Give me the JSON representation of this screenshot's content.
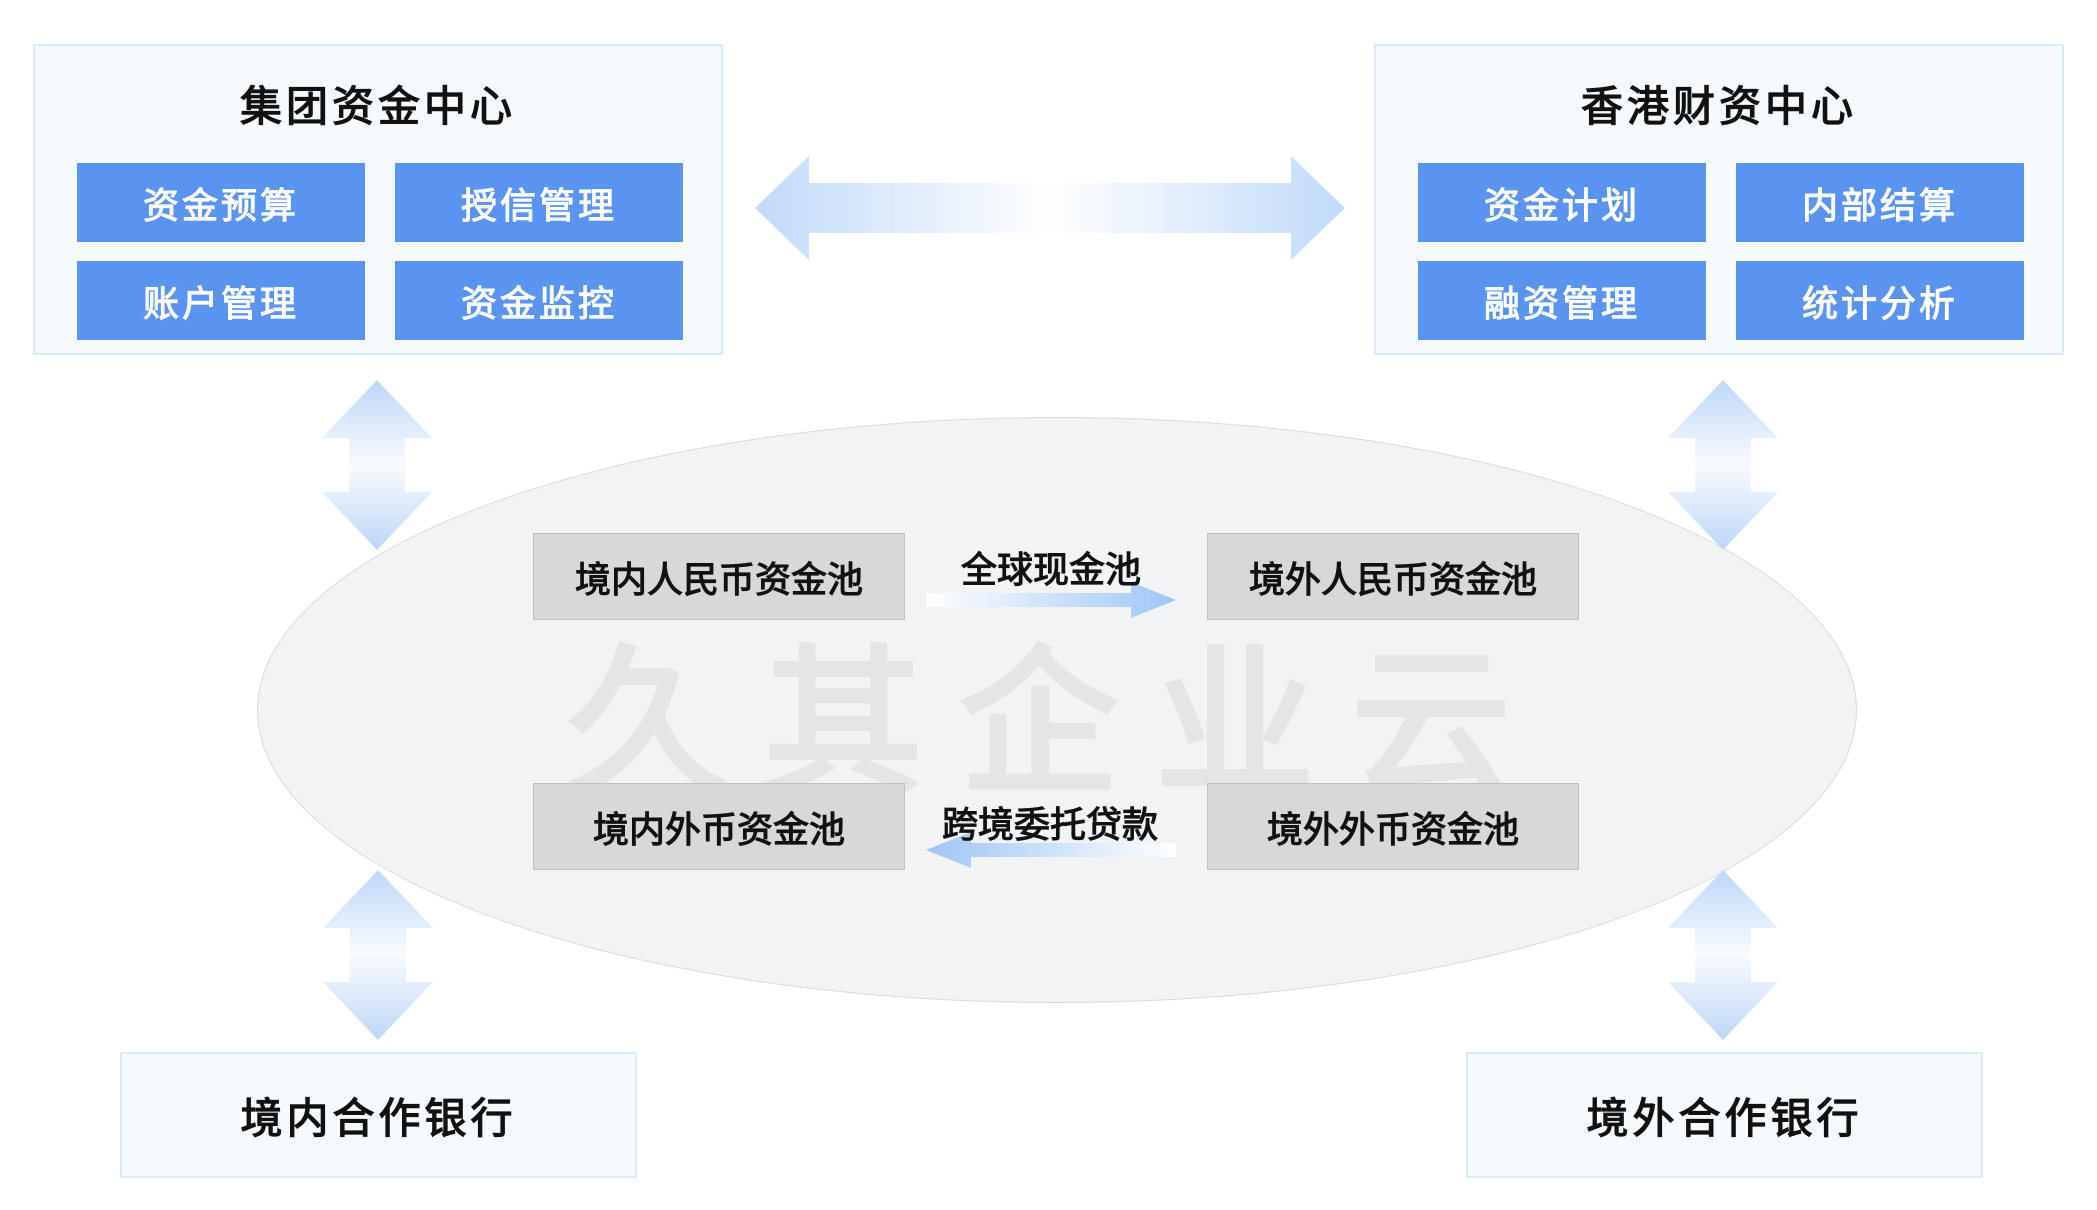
{
  "panels": {
    "group_center": {
      "title": "集团资金中心",
      "buttons": [
        "资金预算",
        "授信管理",
        "账户管理",
        "资金监控"
      ]
    },
    "hk_center": {
      "title": "香港财资中心",
      "buttons": [
        "资金计划",
        "内部结算",
        "融资管理",
        "统计分析"
      ]
    }
  },
  "pools": {
    "domestic_rmb": "境内人民币资金池",
    "overseas_rmb": "境外人民币资金池",
    "domestic_fx": "境内外币资金池",
    "overseas_fx": "境外外币资金池"
  },
  "flows": {
    "global_cash_pool": "全球现金池",
    "cross_border_entrusted_loan": "跨境委托贷款"
  },
  "banks": {
    "domestic": "境内合作银行",
    "overseas": "境外合作银行"
  },
  "watermark": "久其企业云",
  "colors": {
    "button_blue": "#5b94f0",
    "button_text": "#ffffff",
    "panel_bg": "#f7fafd",
    "panel_border": "#dce9f8",
    "ellipse_bg": "#f2f3f4",
    "ellipse_border": "#d9d9d9",
    "pool_bg": "#d7d8d9",
    "pool_border": "#bfc0c1",
    "watermark_color": "#e4e5e7",
    "arrow_blue": "#bed7f8",
    "arrow_deep_blue": "#9fc5f4",
    "text_color": "#111111"
  }
}
